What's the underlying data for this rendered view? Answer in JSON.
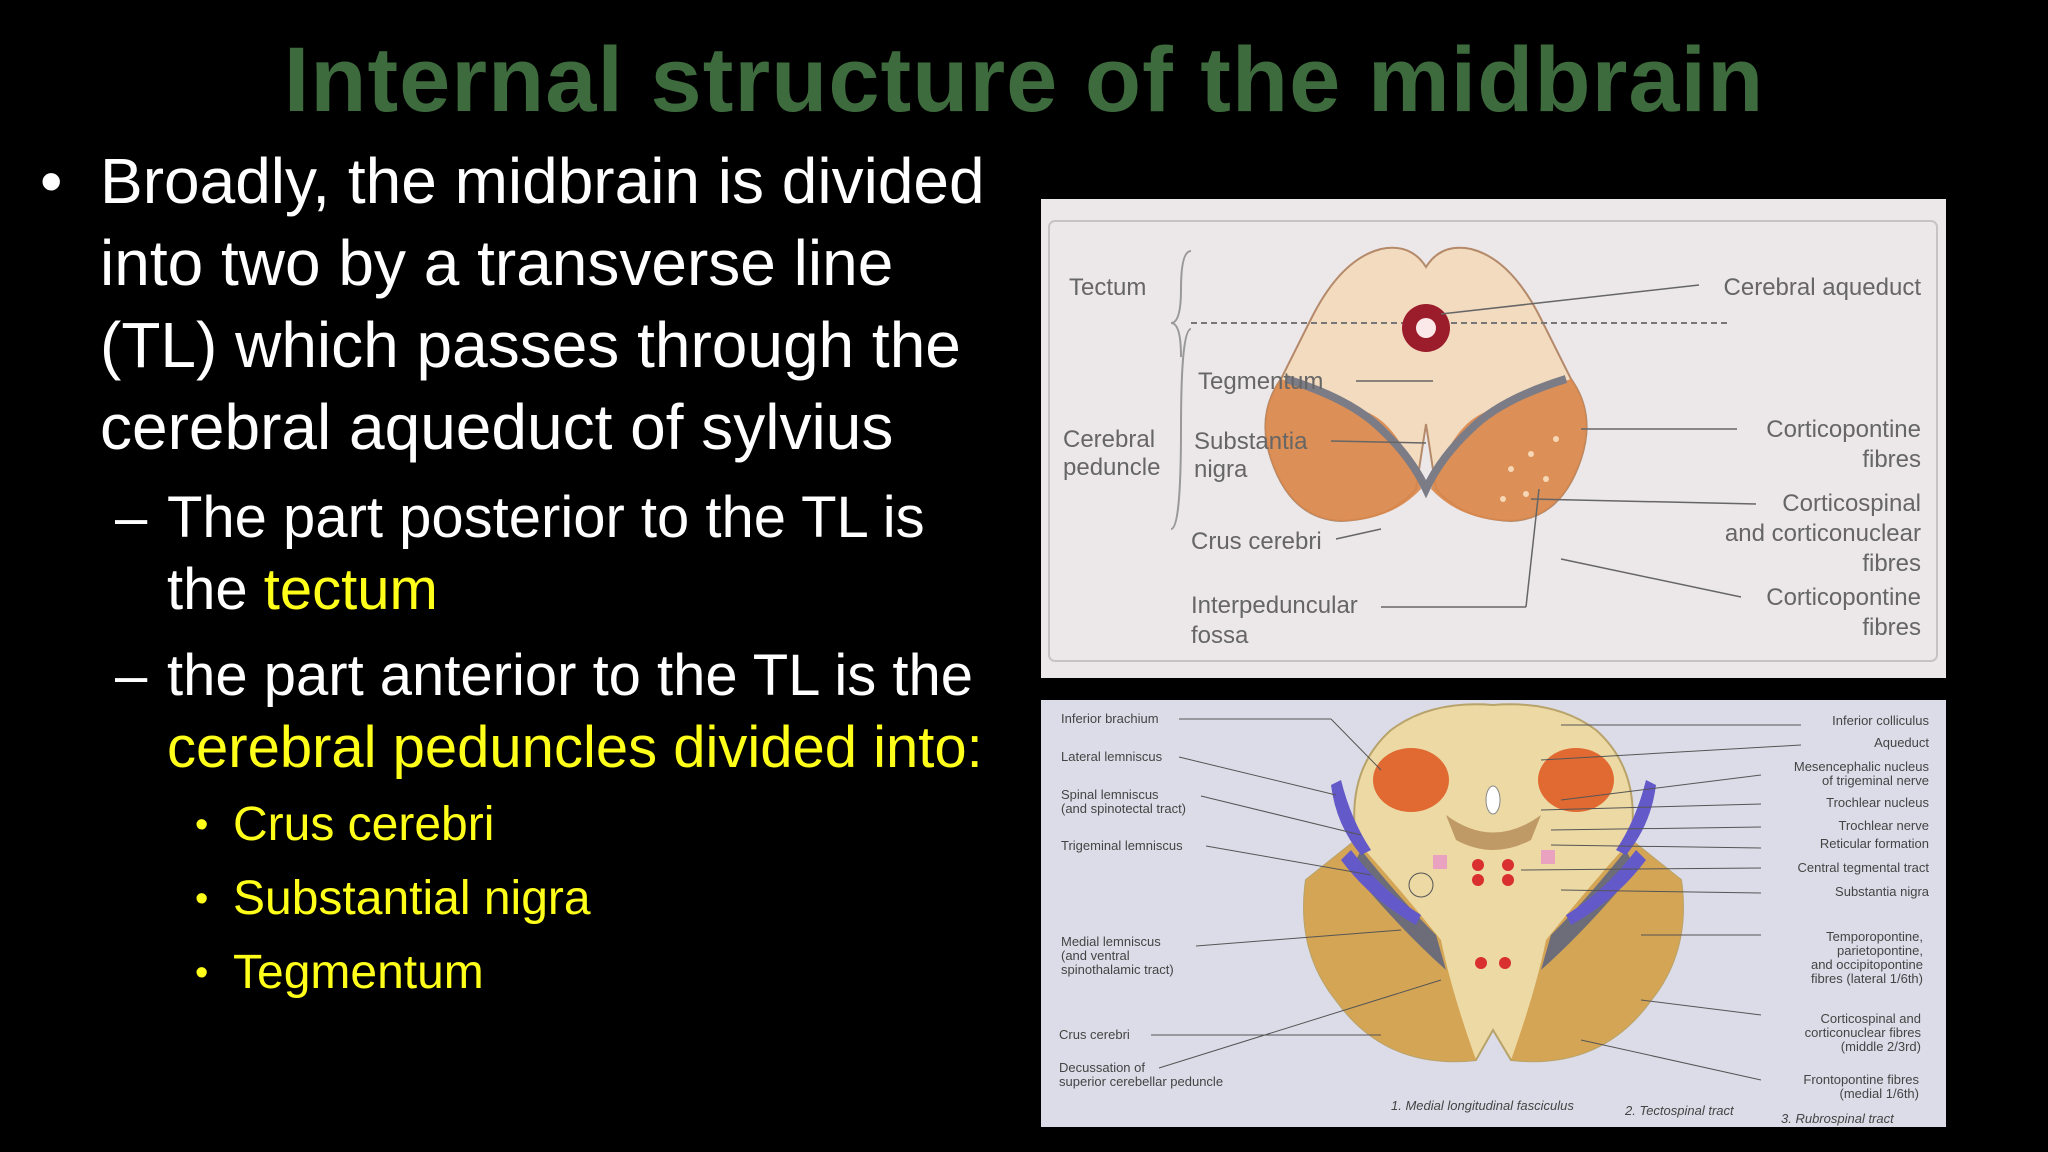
{
  "title": "Internal structure of the midbrain",
  "bullets": {
    "main": "Broadly, the midbrain is divided into two by a transverse line (TL) which passes through the cerebral aqueduct of sylvius",
    "sub1_pre": "The part posterior to the TL is the ",
    "sub1_highlight": "tectum",
    "sub2_pre": "the part anterior to the TL is the ",
    "sub2_highlight": "cerebral peduncles divided into:",
    "items": [
      "Crus cerebri",
      "Substantial nigra",
      "Tegmentum"
    ]
  },
  "figure1": {
    "labels": {
      "tectum": "Tectum",
      "cerebral_peduncle_1": "Cerebral",
      "cerebral_peduncle_2": "peduncle",
      "tegmentum": "Tegmentum",
      "substantia_1": "Substantia",
      "substantia_2": "nigra",
      "crus": "Crus cerebri",
      "interpeduncular_1": "Interpeduncular",
      "interpeduncular_2": "fossa",
      "aqueduct": "Cerebral aqueduct",
      "corticopontine_1a": "Corticopontine",
      "corticopontine_1b": "fibres",
      "corticospinal_1": "Corticospinal",
      "corticospinal_2": "and corticonuclear",
      "corticospinal_3": "fibres",
      "corticopontine_2a": "Corticopontine",
      "corticopontine_2b": "fibres"
    }
  },
  "figure2": {
    "left_labels": {
      "inferior_brachium": "Inferior brachium",
      "lateral_lemniscus": "Lateral lemniscus",
      "spinal_lemniscus_1": "Spinal lemniscus",
      "spinal_lemniscus_2": "(and spinotectal tract)",
      "trigeminal_lemniscus": "Trigeminal lemniscus",
      "medial_lemniscus_1": "Medial lemniscus",
      "medial_lemniscus_2": "(and ventral",
      "medial_lemniscus_3": "spinothalamic tract)",
      "crus_cerebri": "Crus cerebri",
      "decussation_1": "Decussation of",
      "decussation_2": "superior cerebellar peduncle"
    },
    "right_labels": {
      "inferior_colliculus": "Inferior colliculus",
      "aqueduct": "Aqueduct",
      "mesencephalic_1": "Mesencephalic nucleus",
      "mesencephalic_2": "of trigeminal nerve",
      "trochlear_nucleus": "Trochlear nucleus",
      "trochlear_nerve": "Trochlear nerve",
      "reticular": "Reticular formation",
      "central_tegmental": "Central tegmental tract",
      "substantia_nigra": "Substantia nigra",
      "temporopontine_1": "Temporopontine,",
      "temporopontine_2": "parietopontine,",
      "temporopontine_3": "and occipitopontine",
      "temporopontine_4": "fibres (lateral 1/6th)",
      "corticospinal_1": "Corticospinal and",
      "corticospinal_2": "corticonuclear fibres",
      "corticospinal_3": "(middle 2/3rd)",
      "frontopontine_1": "Frontopontine fibres",
      "frontopontine_2": "(medial 1/6th)"
    },
    "footer": {
      "f1": "1. Medial longitudinal fasciculus",
      "f2": "2. Tectospinal tract",
      "f3": "3. Rubrospinal tract"
    }
  },
  "colors": {
    "title": "#3e6b3e",
    "highlight": "#ffff1a",
    "peduncle_fill": "#d9864a",
    "aqueduct_ring": "#9b1c2a"
  }
}
